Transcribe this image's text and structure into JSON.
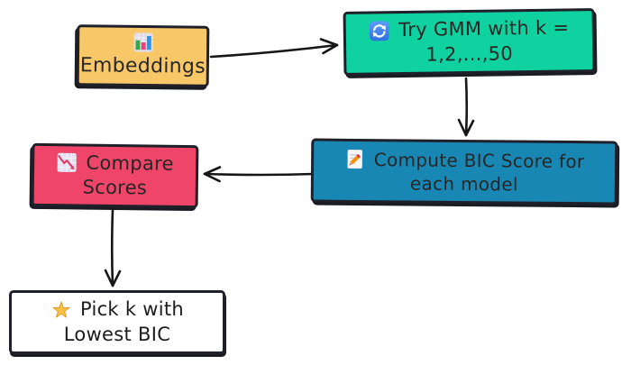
{
  "diagram": {
    "background": "#FFFFFF",
    "border_color": "#20202B",
    "arrow_color": "#161616",
    "text_color": "#262626",
    "nodes": {
      "embeddings": {
        "label": "Embeddings",
        "fill": "#F8C868",
        "icon": "bar-chart-icon"
      },
      "try_gmm": {
        "line1": "Try GMM with k =",
        "line2": "1,2,...,50",
        "fill": "#0FD2A0",
        "icon": "refresh-icon"
      },
      "compute_bic": {
        "line1": "Compute BIC Score for",
        "line2": "each model",
        "fill": "#1987B4",
        "icon": "memo-icon"
      },
      "compare_scores": {
        "line1": "Compare",
        "line2": "Scores",
        "fill": "#EE4568",
        "icon": "chart-decreasing-icon"
      },
      "pick_k": {
        "line1": "Pick k with",
        "line2": "Lowest BIC",
        "fill": "#FFFFFF",
        "icon": "star-icon"
      }
    },
    "edges": [
      {
        "from": "embeddings",
        "to": "try_gmm"
      },
      {
        "from": "try_gmm",
        "to": "compute_bic"
      },
      {
        "from": "compute_bic",
        "to": "compare_scores"
      },
      {
        "from": "compare_scores",
        "to": "pick_k"
      }
    ]
  }
}
